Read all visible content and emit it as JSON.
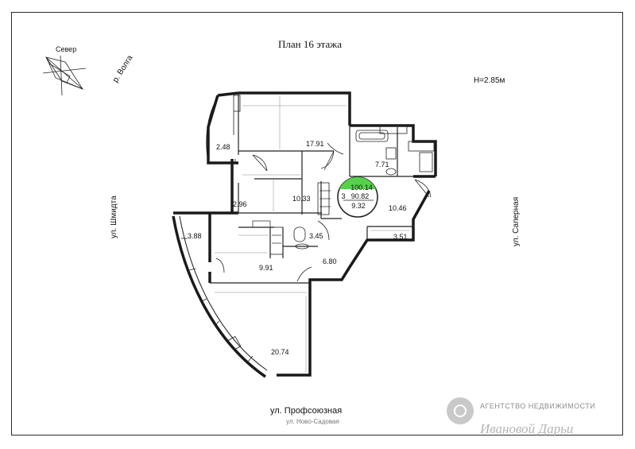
{
  "plan": {
    "title": "План 16 этажа",
    "ceiling_height": "H=2.85м",
    "north_label": "Север"
  },
  "streets": {
    "volga": "р. Волга",
    "shmidta": "ул. Шмидта",
    "sapernaya": "ул. Саперная",
    "profsoyuznaya": "ул. Профсоюзная",
    "novo_sadovaya": "ул. Ново-Садовая"
  },
  "rooms": {
    "r1": "17.91",
    "r2": "2.48",
    "r3": "10.33",
    "r4": "2.96",
    "r5": "7.71",
    "r6": "10.46",
    "r7": "3.51",
    "r8": "3.88",
    "r9": "3.45",
    "r10": "6.80",
    "r11": "9.91",
    "r12": "20.74"
  },
  "summary": {
    "rooms_count": "3",
    "total_area": "100.14",
    "living_area": "90.82",
    "balcony_area": "9.32",
    "highlight_color": "#55d14a"
  },
  "agency": {
    "line1": "АГЕНТСТВО НЕДВИЖИМОСТИ",
    "line2": "Ивановой Дарьи"
  }
}
